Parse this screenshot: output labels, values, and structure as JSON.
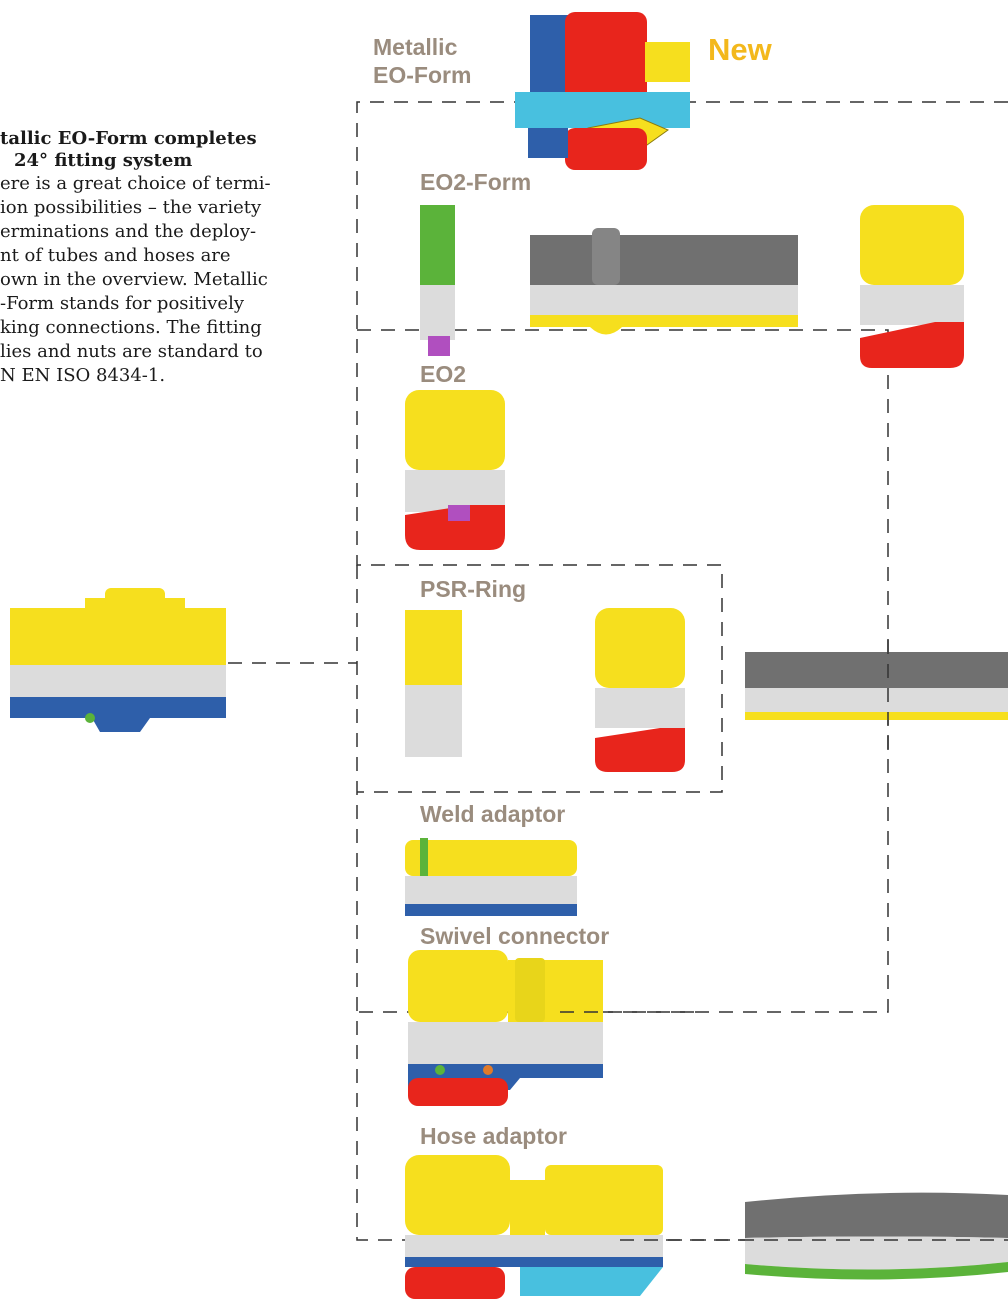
{
  "intro": {
    "heading": [
      "tallic EO-Form completes",
      "24° fitting system"
    ],
    "body": [
      "ere is a great choice of termi-",
      "ion possibilities – the variety",
      "erminations and the deploy-",
      "nt of tubes and hoses are",
      "own in the overview. Metallic",
      "-Form stands for positively",
      "king connections. The fitting",
      "lies and nuts are standard to",
      "N EN ISO 8434-1."
    ]
  },
  "labels": {
    "metallic_eo_form": [
      "Metallic",
      "EO-Form"
    ],
    "new": "New",
    "eo2_form": "EO2-Form",
    "eo2": "EO2",
    "psr_ring": "PSR-Ring",
    "weld_adaptor": "Weld adaptor",
    "swivel_connector": "Swivel connector",
    "hose_adaptor": "Hose adaptor"
  },
  "colors": {
    "yellow": "#f6df1e",
    "red": "#e8251c",
    "blue": "#2e5faa",
    "cyan": "#48c0df",
    "green": "#5bb33a",
    "purple": "#b04fbf",
    "gray": "#707070",
    "lightgray": "#dcdcdc",
    "label": "#9a8c7e",
    "accent_new": "#f3b81c"
  }
}
